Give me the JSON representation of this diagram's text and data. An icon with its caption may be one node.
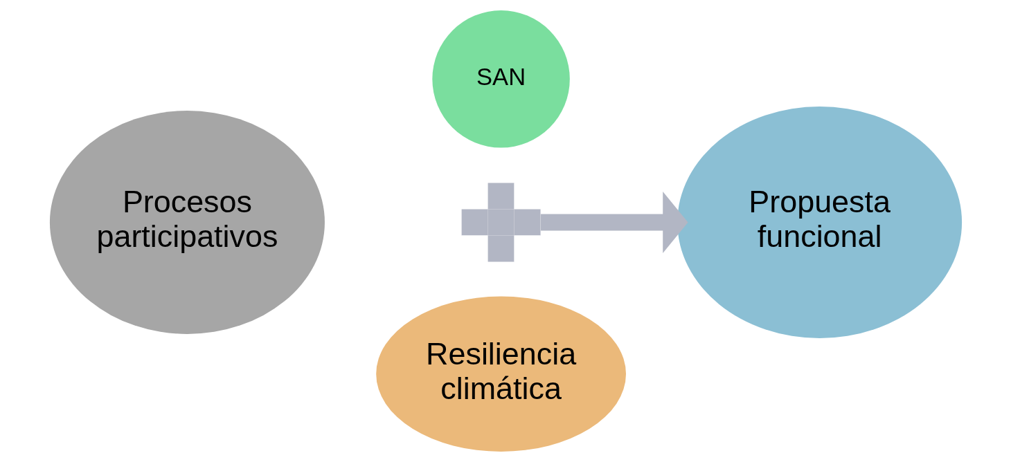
{
  "diagram": {
    "nodes": [
      {
        "text": [
          "Procesos participativos"
        ]
      },
      {
        "text": [
          "SAN"
        ]
      },
      {
        "text": [],
        "shape": "plus"
      },
      {
        "text": [
          "Resiliencia climática"
        ]
      },
      {
        "text": [
          "Propuesta funcional"
        ]
      }
    ],
    "edges": [
      {
        "from": 2,
        "to": 4,
        "arrow": "to"
      }
    ]
  }
}
